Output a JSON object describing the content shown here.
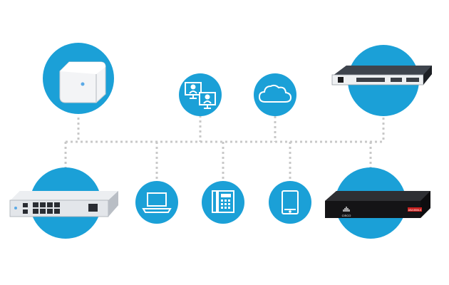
{
  "colors": {
    "circle": "#1ba0d7",
    "connector": "#c8c8c8",
    "icon": "#ffffff",
    "device_silver": "#e3e6ea",
    "device_dark": "#1c1c1e",
    "accent_red": "#c8201e"
  },
  "nodes": [
    {
      "id": "access-point",
      "icon": "wireless-access-point-icon"
    },
    {
      "id": "video-conference",
      "icon": "video-conference-icon"
    },
    {
      "id": "cloud",
      "icon": "cloud-icon"
    },
    {
      "id": "router",
      "icon": "rack-router-icon"
    },
    {
      "id": "switch",
      "icon": "network-switch-icon"
    },
    {
      "id": "laptop",
      "icon": "laptop-icon"
    },
    {
      "id": "ip-phone",
      "icon": "ip-phone-icon"
    },
    {
      "id": "tablet",
      "icon": "tablet-icon"
    },
    {
      "id": "firewall",
      "icon": "firewall-appliance-icon"
    }
  ],
  "labels": {
    "firewall_brand": "CISCO",
    "firewall_model": "ASA 5506-X"
  }
}
